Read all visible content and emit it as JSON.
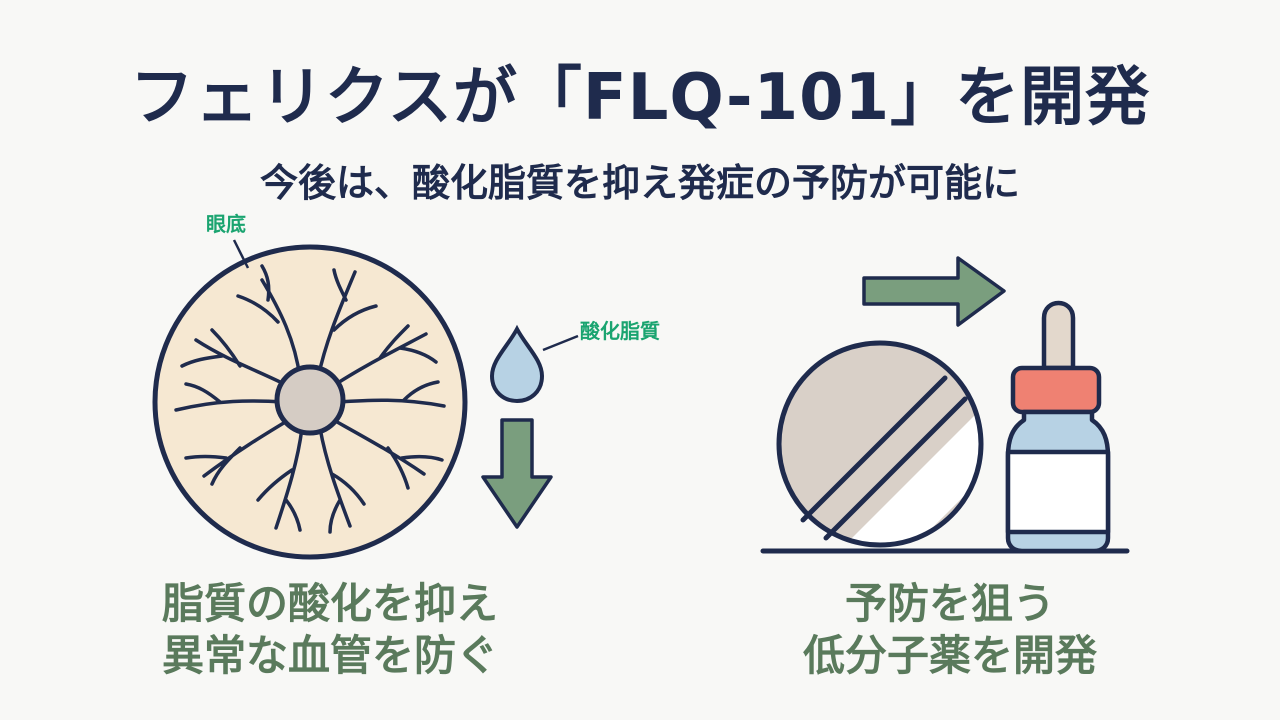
{
  "header": {
    "title": "フェリクスが「FLQ-101」を開発",
    "subtitle": "今後は、酸化脂質を抑え発症の予防が可能に"
  },
  "left_panel": {
    "fundus_label": "眼底",
    "lipid_label": "酸化脂質",
    "caption_line1": "脂質の酸化を抑え",
    "caption_line2": "異常な血管を防ぐ"
  },
  "right_panel": {
    "caption_line1": "予防を狙う",
    "caption_line2": "低分子薬を開発"
  },
  "colors": {
    "navy": "#1f2b4d",
    "label_green": "#1aa470",
    "caption_green": "#5a7a5c",
    "arrow_green": "#7a9e7e",
    "fundus_fill": "#f6e8d2",
    "drop_fill": "#b7d2e4",
    "cap_red": "#ef8172",
    "pill_fill": "#d9d0c8"
  }
}
